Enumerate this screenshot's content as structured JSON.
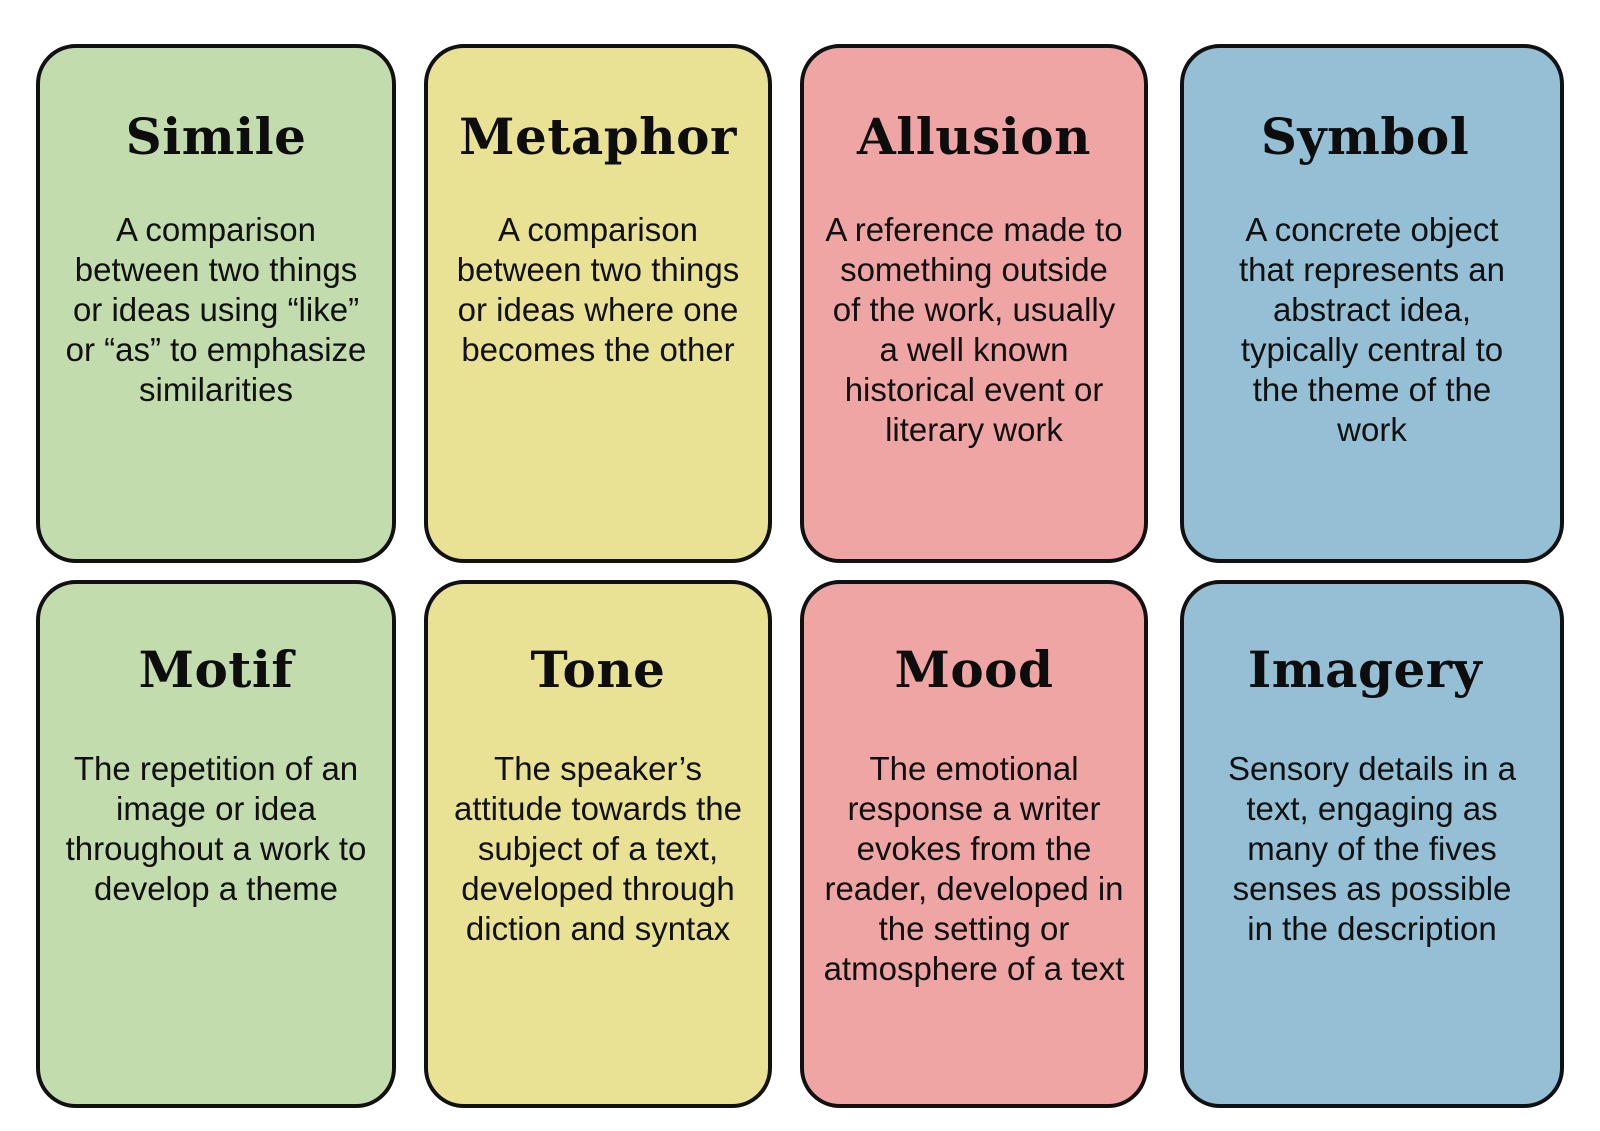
{
  "page": {
    "layout": "4-column x 2-row flash card grid",
    "background_color": "#ffffff",
    "border_color": "#111111"
  },
  "palette": {
    "green": "#c2dcae",
    "yellow": "#e9e294",
    "pink": "#f0a5a5",
    "blue": "#94bfd4"
  },
  "cards": [
    {
      "title": "Simile",
      "body": "A comparison between two things or ideas using “like” or “as” to emphasize similarities",
      "color_name": "green",
      "color": "#c2dcae",
      "row": 1,
      "column": 1
    },
    {
      "title": "Metaphor",
      "body": "A comparison between two things or ideas where one becomes the other",
      "color_name": "yellow",
      "color": "#e9e294",
      "row": 1,
      "column": 2
    },
    {
      "title": "Allusion",
      "body": "A reference made to something outside of the work, usually a well known historical event or literary work",
      "color_name": "pink",
      "color": "#f0a5a5",
      "row": 1,
      "column": 3
    },
    {
      "title": "Symbol",
      "body": "A concrete object that represents an abstract idea, typically central to the theme of the work",
      "color_name": "blue",
      "color": "#94bfd4",
      "row": 1,
      "column": 4
    },
    {
      "title": "Motif",
      "body": "The repetition of an image or idea throughout a work to develop a theme",
      "color_name": "green",
      "color": "#c2dcae",
      "row": 2,
      "column": 1
    },
    {
      "title": "Tone",
      "body": "The speaker’s attitude towards the subject of a text, developed through diction and syntax",
      "color_name": "yellow",
      "color": "#e9e294",
      "row": 2,
      "column": 2
    },
    {
      "title": "Mood",
      "body": "The emotional response a writer evokes from the reader, developed in the setting or atmosphere of a text",
      "color_name": "pink",
      "color": "#f0a5a5",
      "row": 2,
      "column": 3
    },
    {
      "title": "Imagery",
      "body": "Sensory details in a text, engaging as many of the fives senses as possible in the description",
      "color_name": "blue",
      "color": "#94bfd4",
      "row": 2,
      "column": 4
    }
  ]
}
